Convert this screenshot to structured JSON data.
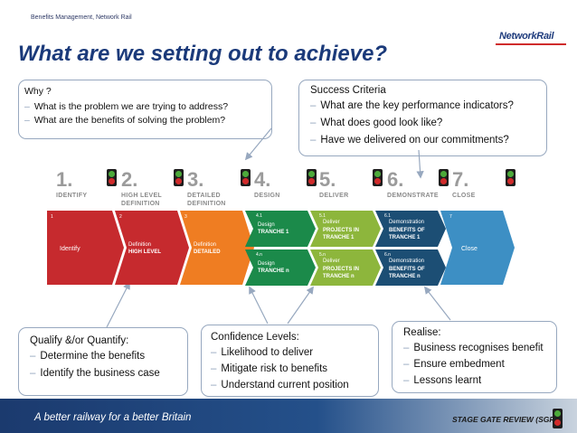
{
  "header": {
    "small": "Benefits Management, Network Rail",
    "title": "What are we setting out to achieve?",
    "logo": "NetworkRail"
  },
  "callouts": {
    "why": {
      "title": "Why ?",
      "items": [
        "What is the problem we are trying to address?",
        "What are the benefits of solving the problem?"
      ]
    },
    "success": {
      "title": "Success Criteria",
      "items": [
        "What are the key performance indicators?",
        "What does good look like?",
        "Have we delivered on our commitments?"
      ]
    },
    "qualify": {
      "title": "Qualify &/or Quantify:",
      "items": [
        "Determine the benefits",
        "Identify the business case"
      ]
    },
    "confidence": {
      "title": "Confidence Levels:",
      "items": [
        "Likelihood to deliver",
        "Mitigate risk to benefits",
        "Understand current position"
      ]
    },
    "realise": {
      "title": "Realise:",
      "items": [
        "Business recognises benefit",
        "Ensure embedment",
        "Lessons learnt"
      ]
    }
  },
  "steps": [
    {
      "num": "1.",
      "label1": "IDENTIFY",
      "label2": ""
    },
    {
      "num": "2.",
      "label1": "HIGH LEVEL",
      "label2": "DEFINITION"
    },
    {
      "num": "3.",
      "label1": "DETAILED",
      "label2": "DEFINITION"
    },
    {
      "num": "4.",
      "label1": "DESIGN",
      "label2": ""
    },
    {
      "num": "5.",
      "label1": "DELIVER",
      "label2": ""
    },
    {
      "num": "6.",
      "label1": "DEMONSTRATE",
      "label2": ""
    },
    {
      "num": "7.",
      "label1": "CLOSE",
      "label2": ""
    }
  ],
  "process": {
    "identify": {
      "num": "1",
      "name": "Identify"
    },
    "definition_hl": {
      "num": "2",
      "name": "Definition",
      "bold": "HIGH LEVEL"
    },
    "definition_d": {
      "num": "3",
      "name": "Definition",
      "bold": "DETAILED"
    },
    "design_1": {
      "num": "4.1",
      "name": "Design",
      "bold": "TRANCHE 1"
    },
    "design_n": {
      "num": "4.n",
      "name": "Design",
      "bold": "TRANCHE n"
    },
    "deliver_1": {
      "num": "5.1",
      "name": "Deliver",
      "bold1": "PROJECTS IN",
      "bold2": "TRANCHE 1"
    },
    "deliver_n": {
      "num": "5.n",
      "name": "Deliver",
      "bold1": "PROJECTS IN",
      "bold2": "TRANCHE n"
    },
    "demo_1": {
      "num": "6.1",
      "name": "Demonstration",
      "bold1": "BENEFITS OF",
      "bold2": "TRANCHE 1"
    },
    "demo_n": {
      "num": "6.n",
      "name": "Demonstration",
      "bold1": "BENEFITS OF",
      "bold2": "TRANCHE n"
    },
    "close": {
      "num": "7",
      "name": "Close"
    }
  },
  "footer": {
    "tagline": "A better railway for a better Britain",
    "right": "STAGE GATE REVIEW (SGR)"
  },
  "colors": {
    "red": "#c62a2e",
    "orange": "#ef7d22",
    "green": "#1b8a4a",
    "lime": "#8db63c",
    "navy": "#1c4e74",
    "blue": "#3d8fc4",
    "title": "#1b3a7a"
  }
}
